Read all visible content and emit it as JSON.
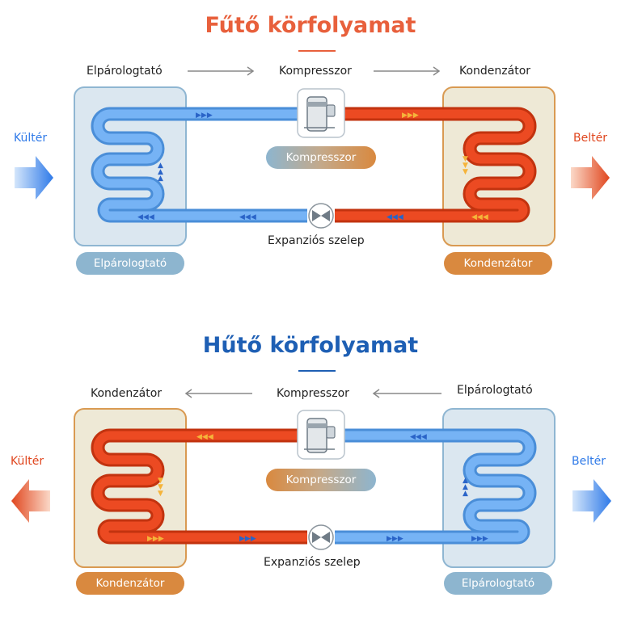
{
  "heating": {
    "title": "Fűtő körfolyamat",
    "labels": {
      "left": "Elpárologtató",
      "center": "Kompresszor",
      "right": "Kondenzátor"
    },
    "pills": {
      "left": "Elpárologtató",
      "compressor": "Kompresszor",
      "right": "Kondenzátor"
    },
    "valve_label": "Expanziós szelep",
    "outdoor": "Kültér",
    "indoor": "Beltér"
  },
  "cooling": {
    "title": "Hűtő körfolyamat",
    "labels": {
      "left": "Kondenzátor",
      "center": "Kompresszor",
      "right": "Elpárologtató"
    },
    "pills": {
      "left": "Kondenzátor",
      "compressor": "Kompresszor",
      "right": "Elpárologtató"
    },
    "valve_label": "Expanziós szelep",
    "outdoor": "Kültér",
    "indoor": "Beltér"
  },
  "colors": {
    "heating_title": "#e8603c",
    "cooling_title": "#1e5fb4",
    "hot_pipe": "#e5461f",
    "cold_pipe": "#6aa8f0",
    "evaporator_box": "#dbe7f0",
    "condenser_box": "#eee9d6",
    "pill_blue": "#8db5cf",
    "pill_orange": "#d9893f"
  }
}
